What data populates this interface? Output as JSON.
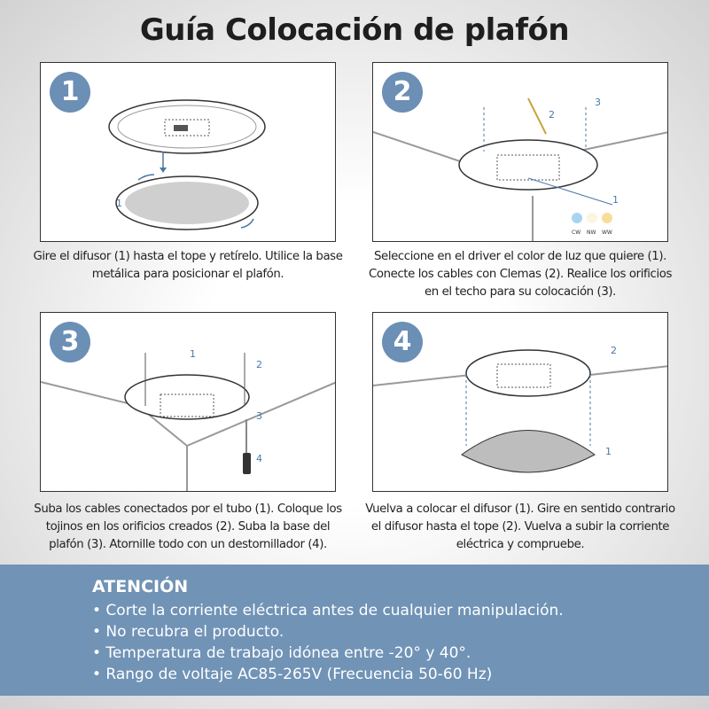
{
  "title": "Guía Colocación de plafón",
  "steps": [
    {
      "number": "1",
      "caption": "Gire el difusor (1) hasta el tope y retírelo. Utilice la base metálica para posicionar el plafón.",
      "labels": [
        "1"
      ]
    },
    {
      "number": "2",
      "caption": "Seleccione en el driver el color de luz que quiere (1). Conecte los cables con Clemas (2). Realice los orificios en el techo para su colocación (3).",
      "labels": [
        "1",
        "2",
        "3"
      ],
      "color_options": [
        "CW",
        "NW",
        "WW"
      ]
    },
    {
      "number": "3",
      "caption": "Suba los cables conectados por el tubo (1). Coloque los tojinos en los orificios creados (2). Suba la base del plafón (3). Atornille todo con un destornillador (4).",
      "labels": [
        "1",
        "2",
        "3",
        "4"
      ]
    },
    {
      "number": "4",
      "caption": "Vuelva a colocar el difusor (1). Gire en sentido contrario el difusor hasta el tope (2). Vuelva a subir la corriente eléctrica y compruebe.",
      "labels": [
        "1",
        "2"
      ]
    }
  ],
  "attention": {
    "heading": "ATENCIÓN",
    "items": [
      "• Corte la corriente eléctrica antes de cualquier manipulación.",
      "• No recubra el producto.",
      "• Temperatura de trabajo idónea entre -20° y 40°.",
      "• Rango de voltaje AC85-265V (Frecuencia 50-60 Hz)"
    ]
  },
  "colors": {
    "accent": "#6b8fb5",
    "band": "#7093b6"
  }
}
